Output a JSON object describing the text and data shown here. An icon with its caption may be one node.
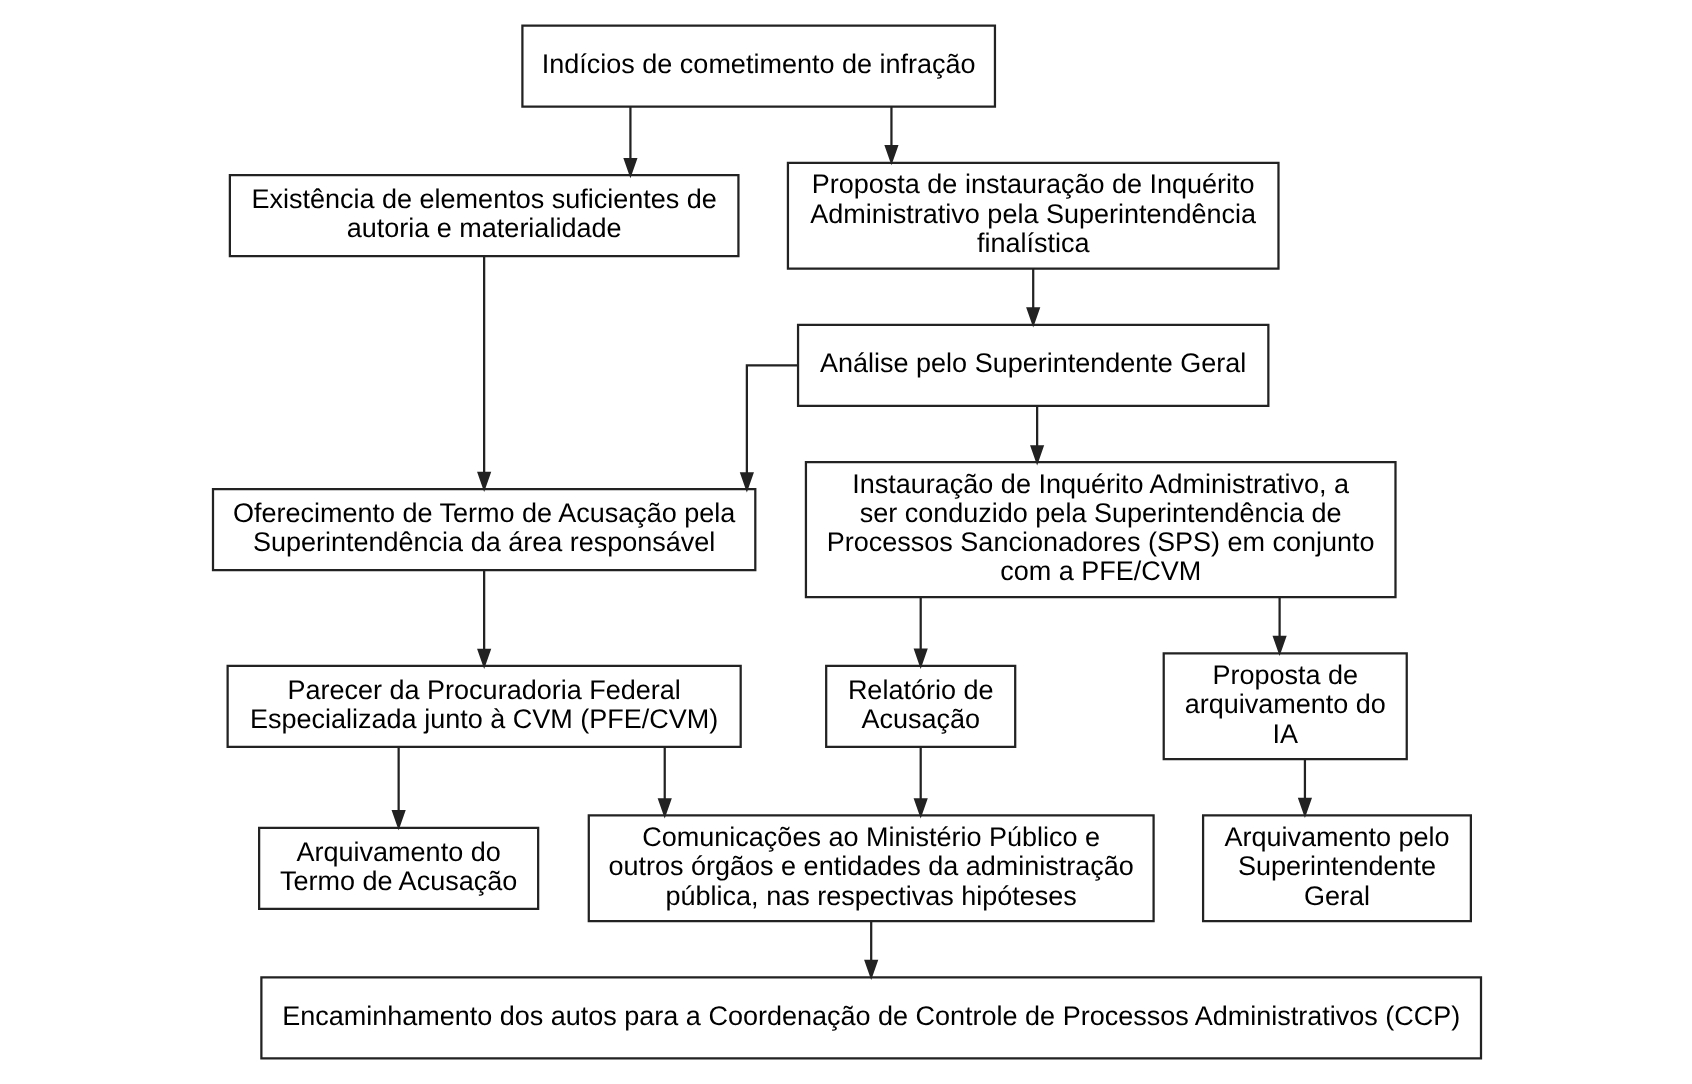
{
  "diagram": {
    "nodes": [
      {
        "text": [
          "Indícios de cometimento de infração"
        ]
      },
      {
        "text": [
          "Existência de elementos suficientes de autoria e materialidade"
        ]
      },
      {
        "text": [
          "Proposta de instauração de Inquérito Administrativo pela Superintendência finalística"
        ]
      },
      {
        "text": [
          "Análise pelo Superintendente Geral"
        ]
      },
      {
        "text": [
          "Oferecimento de Termo de Acusação pela Superintendência da área responsável"
        ]
      },
      {
        "text": [
          "Instauração de Inquérito Administrativo, a ser conduzido pela Superintendência de Processos Sancionadores (SPS) em conjunto com a PFE/CVM"
        ]
      },
      {
        "text": [
          "Parecer da Procuradoria Federal Especializada junto à CVM (PFE/CVM)"
        ]
      },
      {
        "text": [
          "Relatório de Acusação"
        ]
      },
      {
        "text": [
          "Proposta de arquivamento do IA"
        ]
      },
      {
        "text": [
          "Arquivamento do Termo de Acusação"
        ]
      },
      {
        "text": [
          "Comunicações ao Ministério Público e outros órgãos e entidades da administração pública, nas respectivas hipóteses"
        ]
      },
      {
        "text": [
          "Arquivamento pelo Superintendente Geral"
        ]
      },
      {
        "text": [
          "Encaminhamento dos autos para a Coordenação de Controle de Processos Administrativos (CCP)"
        ]
      }
    ],
    "edges": [
      {
        "from": 0,
        "to": 1,
        "arrow": "to"
      },
      {
        "from": 0,
        "to": 2,
        "arrow": "to"
      },
      {
        "from": 2,
        "to": 3,
        "arrow": "to"
      },
      {
        "from": 1,
        "to": 4,
        "arrow": "to"
      },
      {
        "from": 3,
        "to": 4,
        "arrow": "to"
      },
      {
        "from": 3,
        "to": 5,
        "arrow": "to"
      },
      {
        "from": 4,
        "to": 6,
        "arrow": "to"
      },
      {
        "from": 5,
        "to": 7,
        "arrow": "to"
      },
      {
        "from": 5,
        "to": 8,
        "arrow": "to"
      },
      {
        "from": 6,
        "to": 9,
        "arrow": "to"
      },
      {
        "from": 6,
        "to": 10,
        "arrow": "to"
      },
      {
        "from": 7,
        "to": 10,
        "arrow": "to"
      },
      {
        "from": 8,
        "to": 11,
        "arrow": "to"
      },
      {
        "from": 10,
        "to": 12,
        "arrow": "to"
      }
    ]
  }
}
